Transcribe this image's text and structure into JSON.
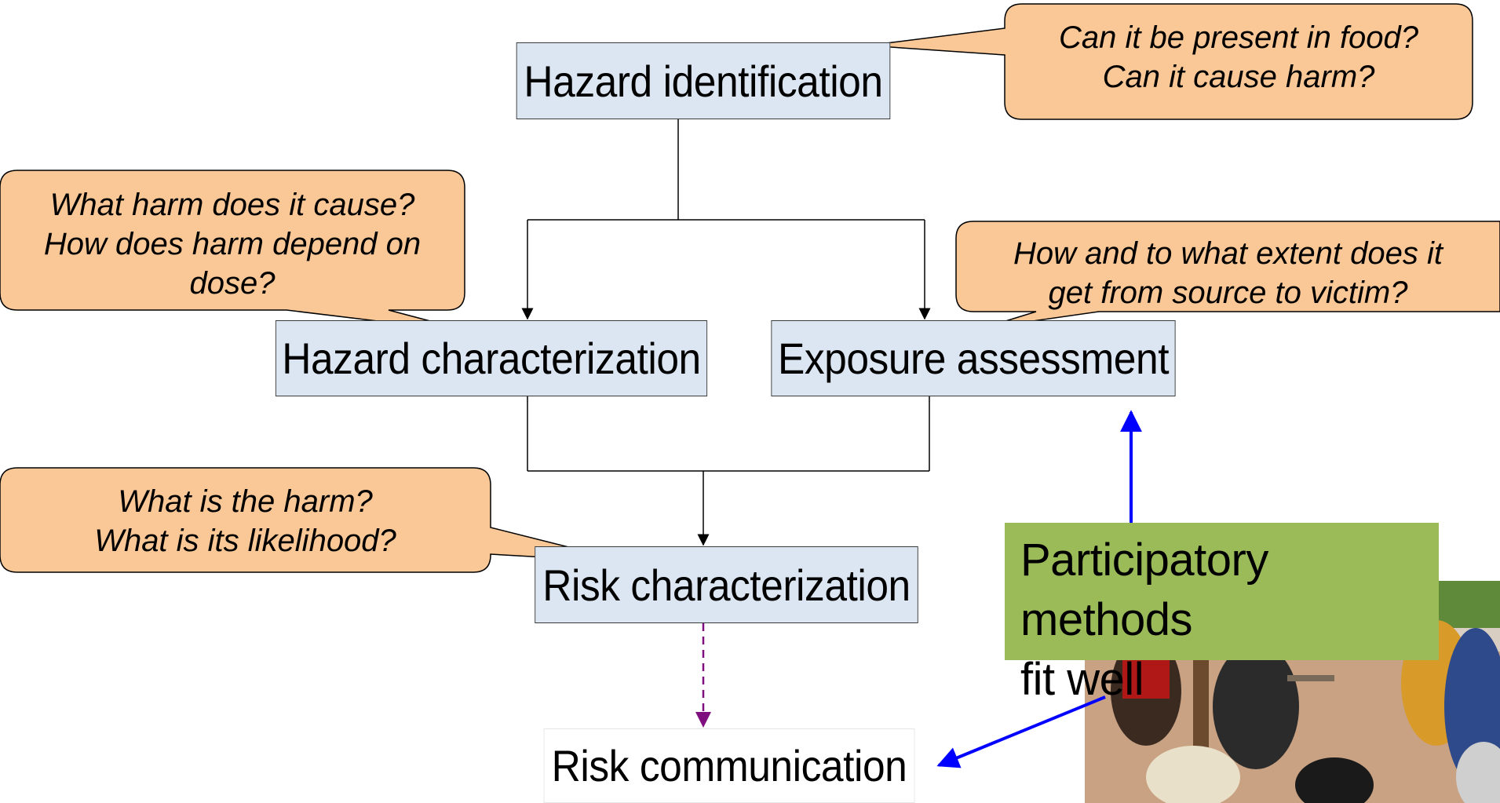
{
  "boxes": {
    "hazard_identification": "Hazard identification",
    "hazard_characterization": "Hazard characterization",
    "exposure_assessment": "Exposure assessment",
    "risk_characterization": "Risk characterization",
    "risk_communication": "Risk communication"
  },
  "callouts": {
    "identification": [
      "Can it be present in food?",
      "Can it cause harm?"
    ],
    "characterization": [
      "What harm does it cause?",
      "How does harm depend on",
      "dose?"
    ],
    "exposure": [
      "How and to what extent does it",
      "get from source to victim?"
    ],
    "risk": [
      "What is the harm?",
      "What is its likelihood?"
    ]
  },
  "participatory": [
    "Participatory methods",
    "fit well"
  ],
  "colors": {
    "box_fill": "#dce6f2",
    "callout_fill": "#fac896",
    "green_fill": "#9bbb59",
    "blue_arrow": "#0000ff",
    "purple_dashed": "#7f0f7f"
  }
}
